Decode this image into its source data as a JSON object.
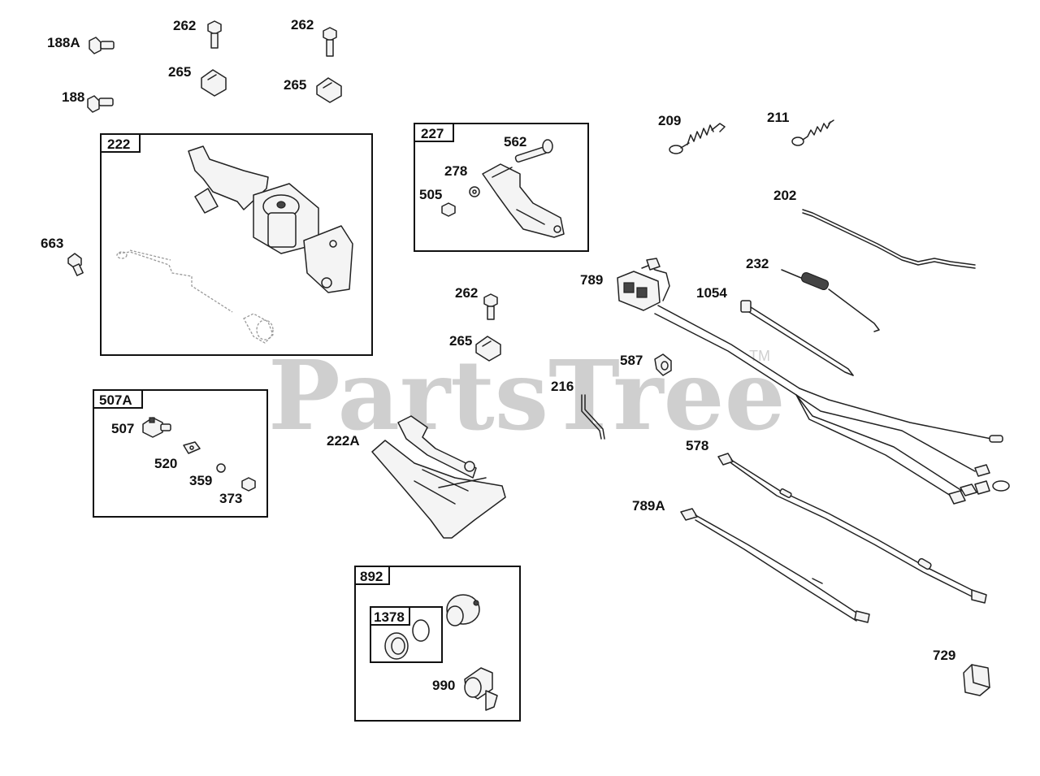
{
  "watermark": {
    "text": "PartsTree",
    "trademark": "TM"
  },
  "labels": {
    "l188A": "188A",
    "l188": "188",
    "l262a": "262",
    "l265a": "265",
    "l262b": "262",
    "l265b": "265",
    "l663": "663",
    "l562": "562",
    "l278": "278",
    "l505": "505",
    "l262c": "262",
    "l265c": "265",
    "l222A": "222A",
    "l507": "507",
    "l520": "520",
    "l359": "359",
    "l373": "373",
    "l209": "209",
    "l211": "211",
    "l202": "202",
    "l232": "232",
    "l789": "789",
    "l1054": "1054",
    "l587": "587",
    "l216": "216",
    "l578": "578",
    "l789A": "789A",
    "l729": "729",
    "l990": "990"
  },
  "boxes": {
    "b222": "222",
    "b227": "227",
    "b507A": "507A",
    "b892": "892",
    "b1378": "1378"
  }
}
